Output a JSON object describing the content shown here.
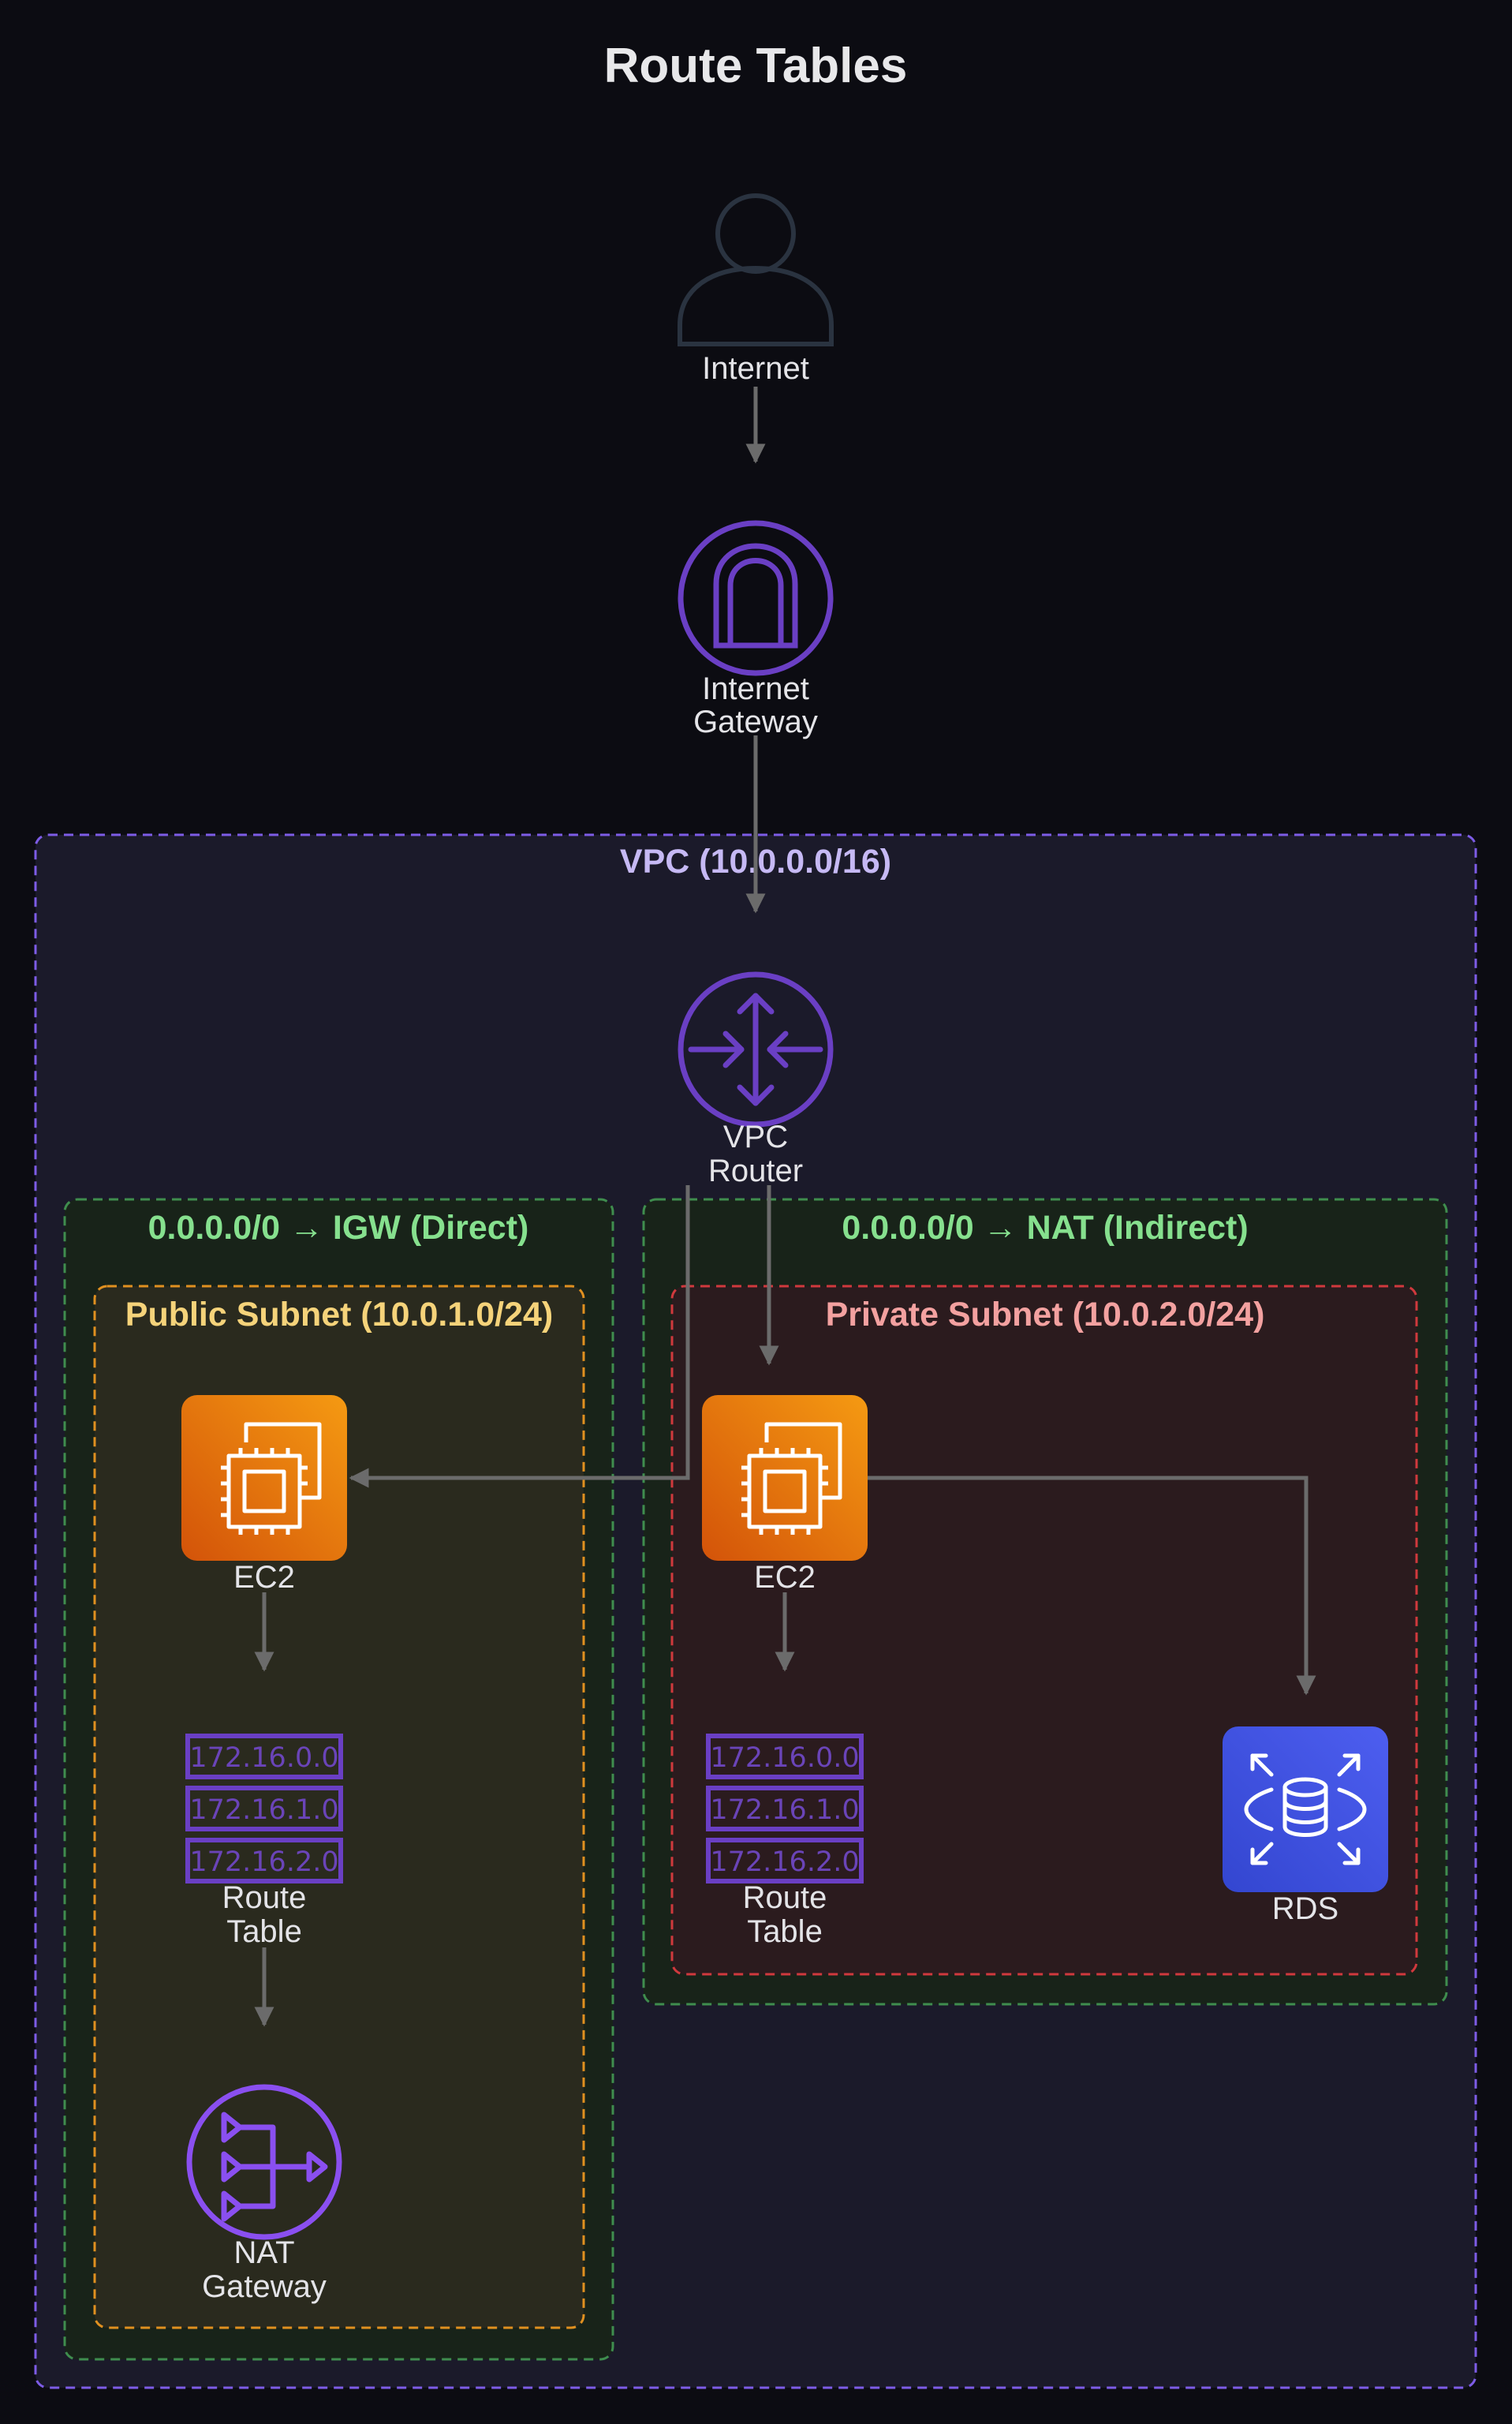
{
  "title": "Route Tables",
  "groups": {
    "vpc": {
      "label": "VPC  (10.0.0.0/16)",
      "color": "#7d5ce6",
      "text_color": "#c6b9f4"
    },
    "route_igw": {
      "label": "0.0.0.0/0 → IGW  (Direct)",
      "color": "#3f8d4e",
      "text_color": "#86e08e"
    },
    "route_nat": {
      "label": "0.0.0.0/0 → NAT  (Indirect)",
      "color": "#3f8d4e",
      "text_color": "#86e08e"
    },
    "public_subnet": {
      "label": "Public Subnet  (10.0.1.0/24)",
      "color": "#e09020",
      "text_color": "#f5d37a"
    },
    "private_subnet": {
      "label": "Private Subnet  (10.0.2.0/24)",
      "color": "#d0393d",
      "text_color": "#f3a1a0"
    }
  },
  "nodes": {
    "internet": {
      "label": [
        "Internet"
      ],
      "icon": "user-icon"
    },
    "igw": {
      "label": [
        "Internet",
        "Gateway"
      ],
      "icon": "internet-gateway-icon"
    },
    "router": {
      "label": [
        "VPC",
        "Router"
      ],
      "icon": "router-icon"
    },
    "ec2_public": {
      "label": [
        "EC2"
      ],
      "icon": "ec2-icon"
    },
    "ec2_private": {
      "label": [
        "EC2"
      ],
      "icon": "ec2-icon"
    },
    "rt_public": {
      "label": [
        "Route",
        "Table"
      ],
      "icon": "route-table-icon",
      "entries": [
        "172.16.0.0",
        "172.16.1.0",
        "172.16.2.0"
      ]
    },
    "rt_private": {
      "label": [
        "Route",
        "Table"
      ],
      "icon": "route-table-icon",
      "entries": [
        "172.16.0.0",
        "172.16.1.0",
        "172.16.2.0"
      ]
    },
    "nat": {
      "label": [
        "NAT",
        "Gateway"
      ],
      "icon": "nat-gateway-icon"
    },
    "rds": {
      "label": [
        "RDS"
      ],
      "icon": "rds-icon"
    }
  },
  "edges": [
    {
      "from": "internet",
      "to": "igw"
    },
    {
      "from": "igw",
      "to": "router"
    },
    {
      "from": "router",
      "to": "ec2_public"
    },
    {
      "from": "router",
      "to": "ec2_private"
    },
    {
      "from": "ec2_public",
      "to": "rt_public"
    },
    {
      "from": "rt_public",
      "to": "nat"
    },
    {
      "from": "ec2_private",
      "to": "rt_private"
    },
    {
      "from": "ec2_private",
      "to": "rds"
    }
  ],
  "colors": {
    "edge": "#6b6b6b",
    "gateway_purple": "#6a3fc4",
    "ec2_orange": "#e8720f",
    "rds_blue": "#3b48d8",
    "internet_stroke": "#2a3340"
  }
}
